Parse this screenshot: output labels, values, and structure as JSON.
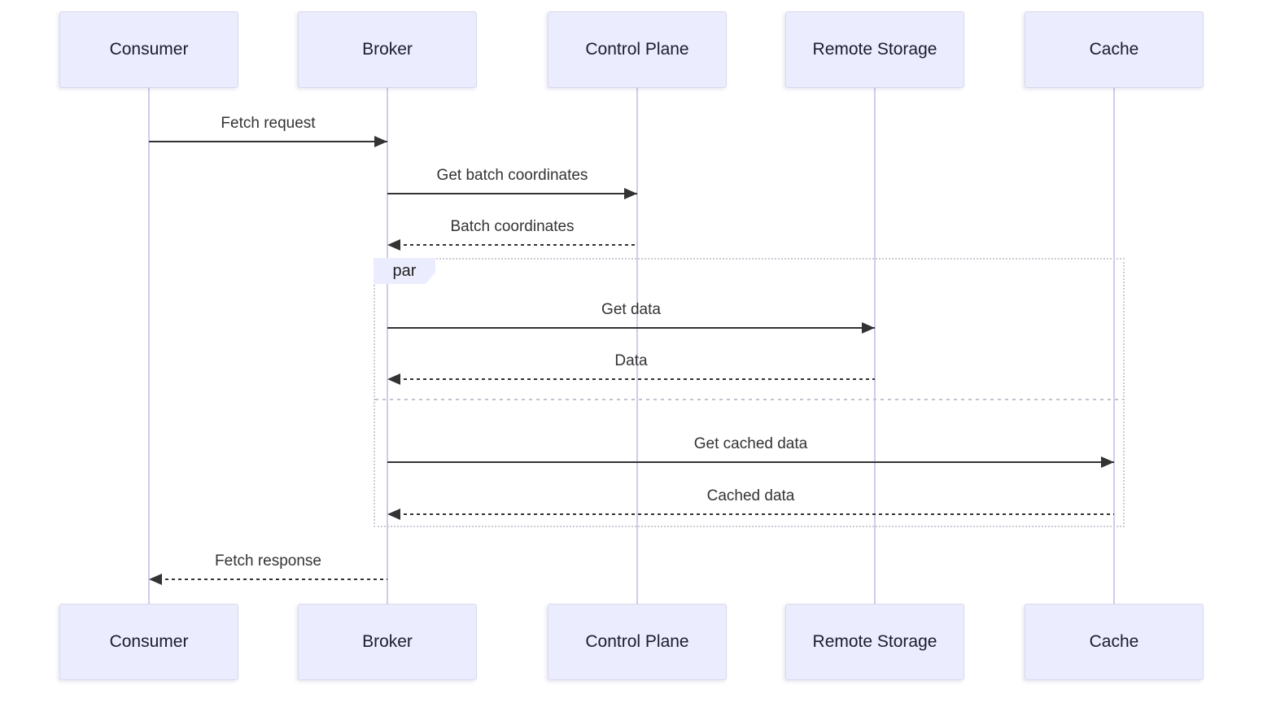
{
  "diagram": {
    "type": "sequence",
    "actors": [
      {
        "name": "Consumer"
      },
      {
        "name": "Broker"
      },
      {
        "name": "Control Plane"
      },
      {
        "name": "Remote Storage"
      },
      {
        "name": "Cache"
      }
    ],
    "messages": [
      {
        "label": "Fetch request",
        "from": "Consumer",
        "to": "Broker",
        "line": "solid",
        "arrow": "filled"
      },
      {
        "label": "Get batch coordinates",
        "from": "Broker",
        "to": "Control Plane",
        "line": "solid",
        "arrow": "filled"
      },
      {
        "label": "Batch coordinates",
        "from": "Control Plane",
        "to": "Broker",
        "line": "dashed",
        "arrow": "filled"
      },
      {
        "label": "Get data",
        "from": "Broker",
        "to": "Remote Storage",
        "line": "solid",
        "arrow": "filled"
      },
      {
        "label": "Data",
        "from": "Remote Storage",
        "to": "Broker",
        "line": "dashed",
        "arrow": "filled"
      },
      {
        "label": "Get cached data",
        "from": "Broker",
        "to": "Cache",
        "line": "solid",
        "arrow": "filled"
      },
      {
        "label": "Cached data",
        "from": "Cache",
        "to": "Broker",
        "line": "dashed",
        "arrow": "filled"
      },
      {
        "label": "Fetch response",
        "from": "Broker",
        "to": "Consumer",
        "line": "dashed",
        "arrow": "filled"
      }
    ],
    "par_block": {
      "label": "par",
      "sections": [
        {
          "messages": [
            "Get data",
            "Data"
          ]
        },
        {
          "messages": [
            "Get cached data",
            "Cached data"
          ]
        }
      ]
    },
    "colors": {
      "actor_fill": "#ECECFF",
      "actor_border": "#d9d9ec",
      "message_line": "#333333",
      "lifeline": "#cdcdeb",
      "frame_border": "#cbcbd6",
      "text": "#222222"
    }
  }
}
